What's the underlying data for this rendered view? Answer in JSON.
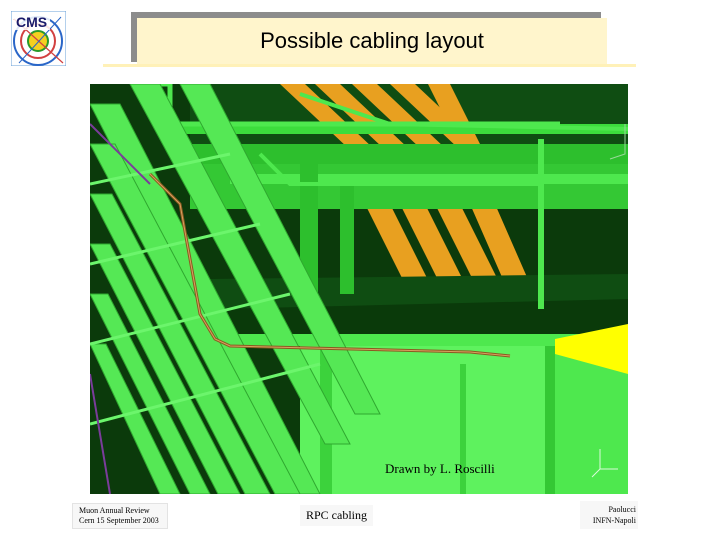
{
  "logo": {
    "text": "CMS"
  },
  "slide": {
    "title": "Possible cabling layout",
    "credit": "Drawn by L. Roscilli"
  },
  "footer": {
    "left_line1": "Muon Annual Review",
    "left_line2": "Cern 15 September 2003",
    "center": "RPC cabling",
    "right_line1": "Paolucci",
    "right_line2": "INFN-Napoli"
  },
  "colors": {
    "structure_green": "#4ee84e",
    "dark_green": "#0e5a10",
    "mid_green": "#2dbf2d",
    "stripe_orange": "#e8a020",
    "cable": "#8a5a20",
    "highlight_yellow": "#ffff00",
    "title_background": "#fff5cc"
  }
}
